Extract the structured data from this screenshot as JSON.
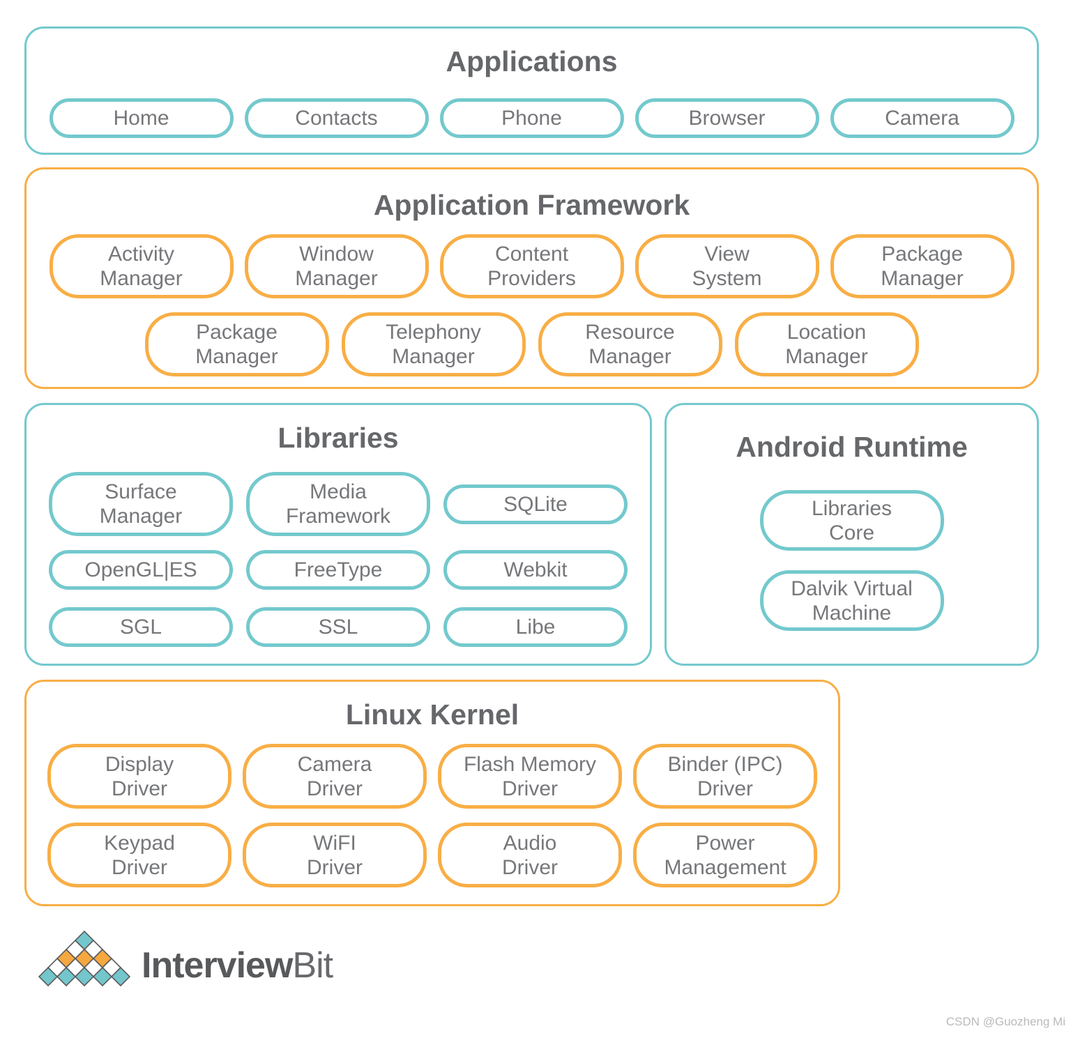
{
  "colors": {
    "teal": "#73C9CD",
    "orange": "#F8AE45",
    "title_text": "#66676A",
    "pill_text": "#76777A",
    "logo_dark": "#58595B",
    "logo_teal": "#73C6CB",
    "logo_orange": "#F5A83F",
    "watermark_gray": "#B9BABB"
  },
  "applications": {
    "title": "Applications",
    "pills": [
      "Home",
      "Contacts",
      "Phone",
      "Browser",
      "Camera"
    ]
  },
  "application_framework": {
    "title": "Application Framework",
    "row1": [
      {
        "line1": "Activity",
        "line2": "Manager"
      },
      {
        "line1": "Window",
        "line2": "Manager"
      },
      {
        "line1": "Content",
        "line2": "Providers"
      },
      {
        "line1": "View",
        "line2": "System"
      },
      {
        "line1": "Package",
        "line2": "Manager"
      }
    ],
    "row2": [
      {
        "line1": "Package",
        "line2": "Manager"
      },
      {
        "line1": "Telephony",
        "line2": "Manager"
      },
      {
        "line1": "Resource",
        "line2": "Manager"
      },
      {
        "line1": "Location",
        "line2": "Manager"
      }
    ]
  },
  "libraries": {
    "title": "Libraries",
    "row1": [
      {
        "line1": "Surface",
        "line2": "Manager"
      },
      {
        "line1": "Media",
        "line2": "Framework"
      }
    ],
    "row1_single": "SQLite",
    "row2": [
      "OpenGL|ES",
      "FreeType",
      "Webkit"
    ],
    "row3": [
      "SGL",
      "SSL",
      "Libe"
    ]
  },
  "android_runtime": {
    "title": "Android Runtime",
    "pills": [
      {
        "line1": "Libraries",
        "line2": "Core"
      },
      {
        "line1": "Dalvik Virtual",
        "line2": "Machine"
      }
    ]
  },
  "linux_kernel": {
    "title": "Linux Kernel",
    "row1": [
      {
        "line1": "Display",
        "line2": "Driver"
      },
      {
        "line1": "Camera",
        "line2": "Driver"
      },
      {
        "line1": "Flash Memory",
        "line2": "Driver"
      },
      {
        "line1": "Binder (IPC)",
        "line2": "Driver"
      }
    ],
    "row2": [
      {
        "line1": "Keypad",
        "line2": "Driver"
      },
      {
        "line1": "WiFI",
        "line2": "Driver"
      },
      {
        "line1": "Audio",
        "line2": "Driver"
      },
      {
        "line1": "Power",
        "line2": "Management"
      }
    ]
  },
  "logo": {
    "brand_bold": "Interview",
    "brand_light": "Bit"
  },
  "watermark": "CSDN @Guozheng Mi"
}
